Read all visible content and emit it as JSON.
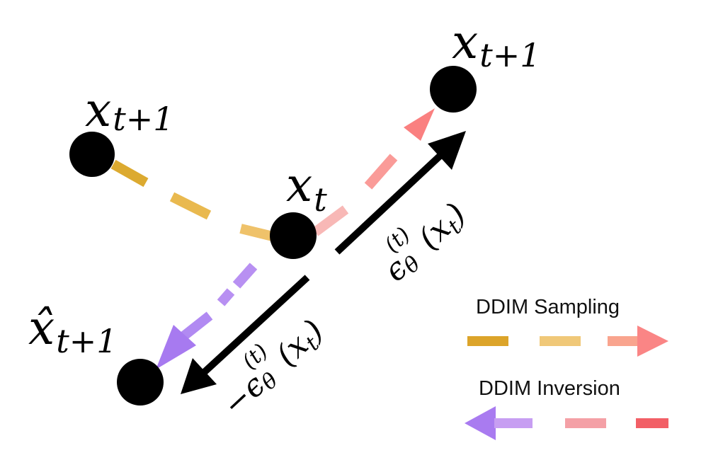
{
  "nodes": {
    "left_top": {
      "var": "x",
      "sub": "t+1"
    },
    "right_top": {
      "var": "x",
      "sub": "t+1"
    },
    "center": {
      "var": "x",
      "sub": "t"
    },
    "bottom_left": {
      "var": "x̂",
      "sub": "t+1"
    }
  },
  "edge_labels": {
    "forward": {
      "eps": "ϵ",
      "theta": "θ",
      "sup": "(t)",
      "arg": "(x",
      "arg_sub": "t",
      "close": ")"
    },
    "backward": {
      "minus": "−",
      "eps": "ϵ",
      "theta": "θ",
      "sup": "(t)",
      "arg": "(x",
      "arg_sub": "t",
      "close": ")"
    }
  },
  "legend": {
    "sampling_label": "DDIM Sampling",
    "inversion_label": "DDIM Inversion"
  },
  "colors": {
    "sampling_start": "#dca42a",
    "sampling_mid": "#f0c878",
    "sampling_end": "#fa8585",
    "inversion_start": "#a97bf0",
    "inversion_mid": "#f4a0a6",
    "inversion_end": "#f25f66",
    "node": "#000000"
  }
}
